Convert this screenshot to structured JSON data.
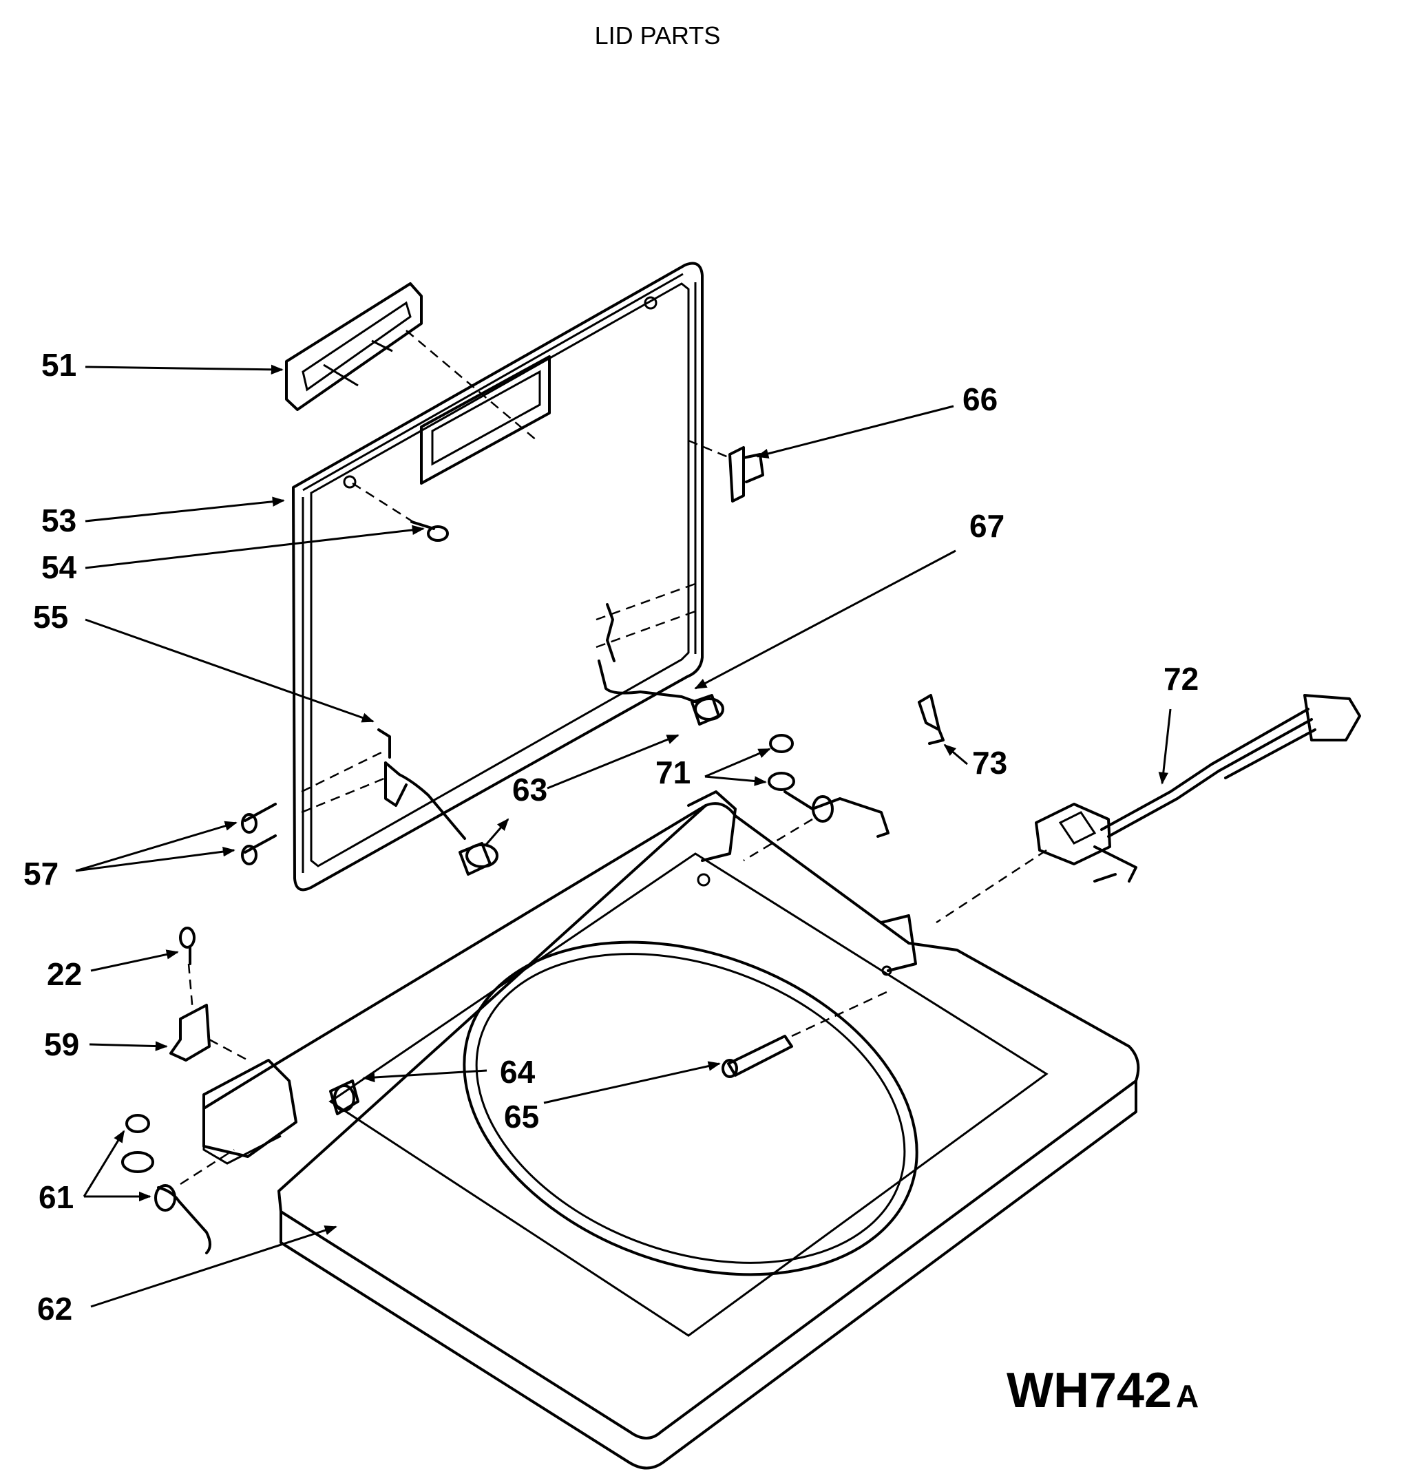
{
  "title": "LID PARTS",
  "diagram_code": "WH742",
  "diagram_code_suffix": "A",
  "callouts": {
    "c22": "22",
    "c51": "51",
    "c53": "53",
    "c54": "54",
    "c55": "55",
    "c57": "57",
    "c59": "59",
    "c61": "61",
    "c62": "62",
    "c63": "63",
    "c64": "64",
    "c65": "65",
    "c66": "66",
    "c67": "67",
    "c71": "71",
    "c72": "72",
    "c73": "73"
  }
}
